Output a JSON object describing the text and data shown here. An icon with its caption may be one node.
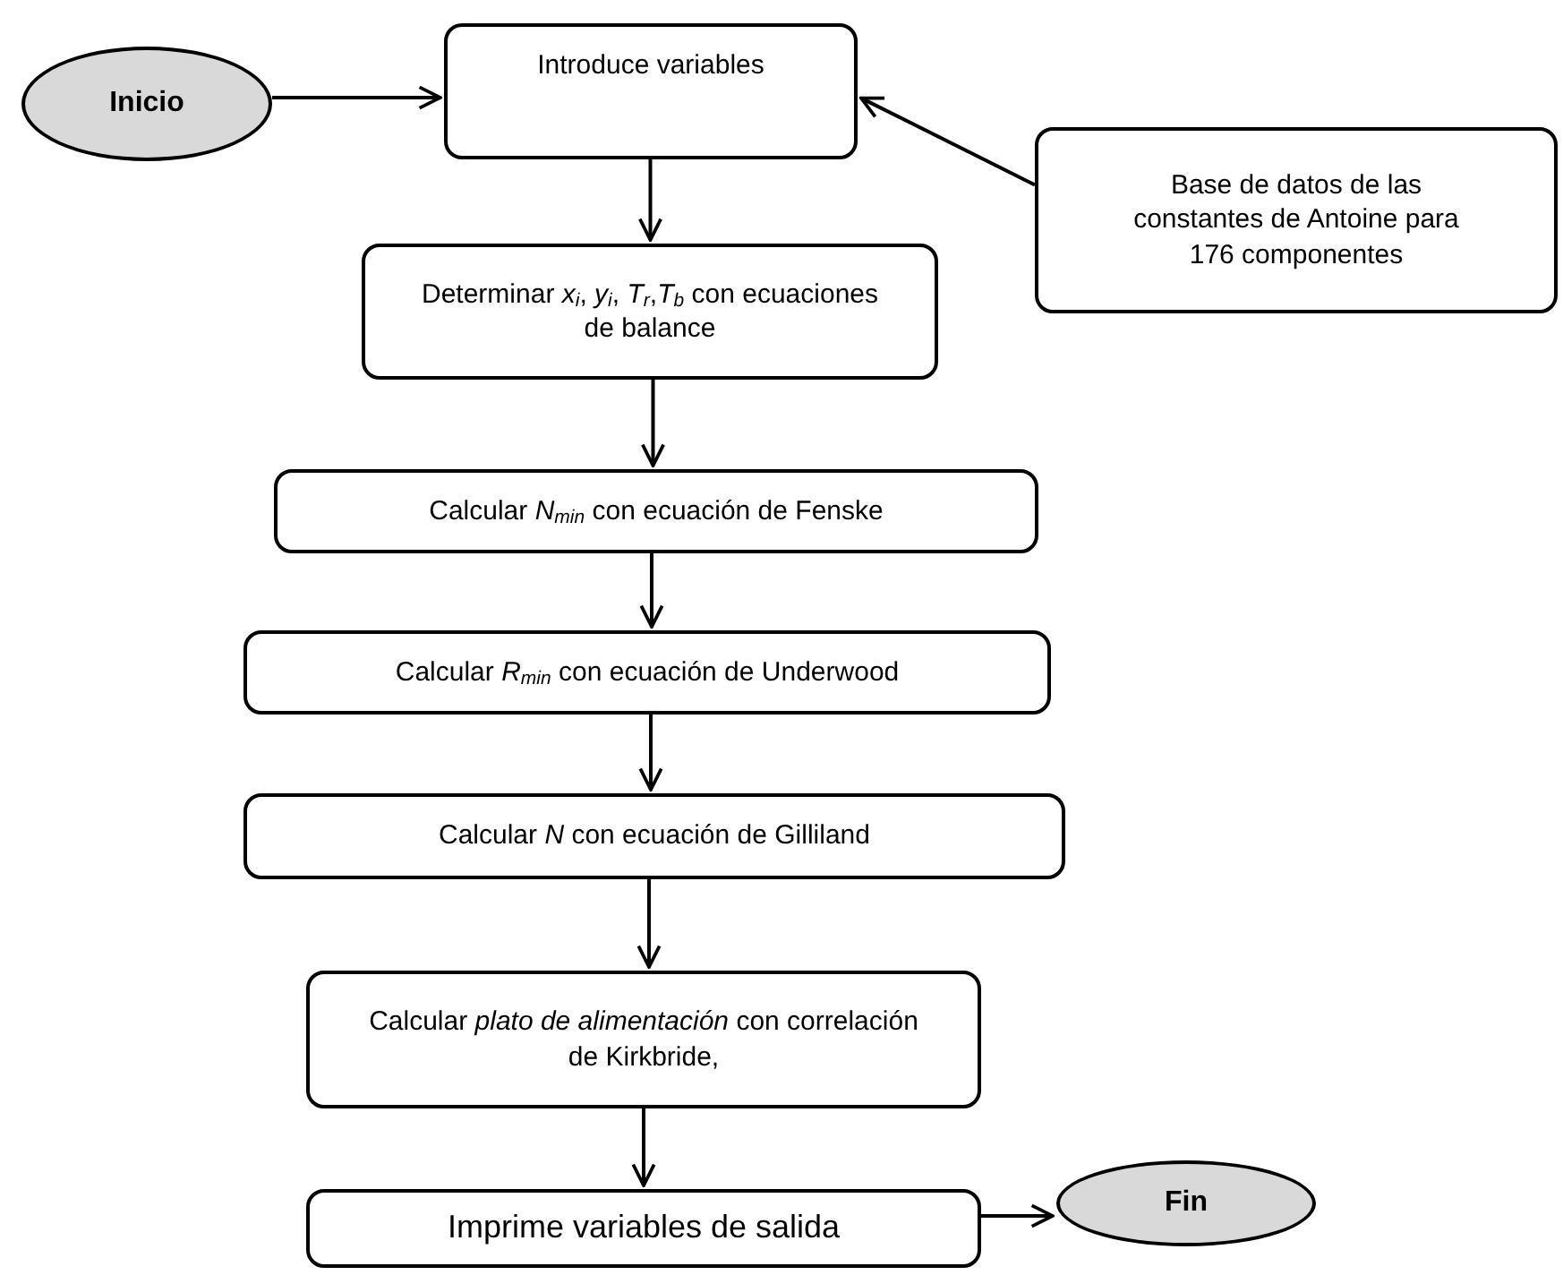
{
  "diagram": {
    "nodes": [
      {
        "text": [
          "Inicio"
        ]
      },
      {
        "text": [
          "Introduce variables"
        ]
      },
      {
        "text": [
          "Base de datos de las constantes de Antoine para 176 componentes"
        ]
      },
      {
        "text": [
          "Determinar *x*$_{i}$, *y*$_{i}$, *T*$_{r}$,*T*$_{b}$ con ecuaciones de balance"
        ]
      },
      {
        "text": [
          "Calcular *N*$_{min}$ con ecuación de Fenske"
        ]
      },
      {
        "text": [
          "Calcular *R*$_{min}$ con ecuación de Underwood"
        ]
      },
      {
        "text": [
          "Calcular *N* con ecuación de Gilliland"
        ]
      },
      {
        "text": [
          "Calcular *plato de alimentación* con correlación de Kirkbride,"
        ]
      },
      {
        "text": [
          "Imprime variables de salida"
        ]
      },
      {
        "text": [
          "Fin"
        ]
      }
    ],
    "edges": [
      {
        "from": 0,
        "to": 1,
        "arrow": "to"
      },
      {
        "from": 2,
        "to": 1,
        "arrow": "to"
      },
      {
        "from": 1,
        "to": 3,
        "arrow": "to"
      },
      {
        "from": 3,
        "to": 4,
        "arrow": "to"
      },
      {
        "from": 4,
        "to": 5,
        "arrow": "to"
      },
      {
        "from": 5,
        "to": 6,
        "arrow": "to"
      },
      {
        "from": 6,
        "to": 7,
        "arrow": "to"
      },
      {
        "from": 7,
        "to": 8,
        "arrow": "to"
      },
      {
        "from": 8,
        "to": 9,
        "arrow": "to"
      }
    ]
  }
}
